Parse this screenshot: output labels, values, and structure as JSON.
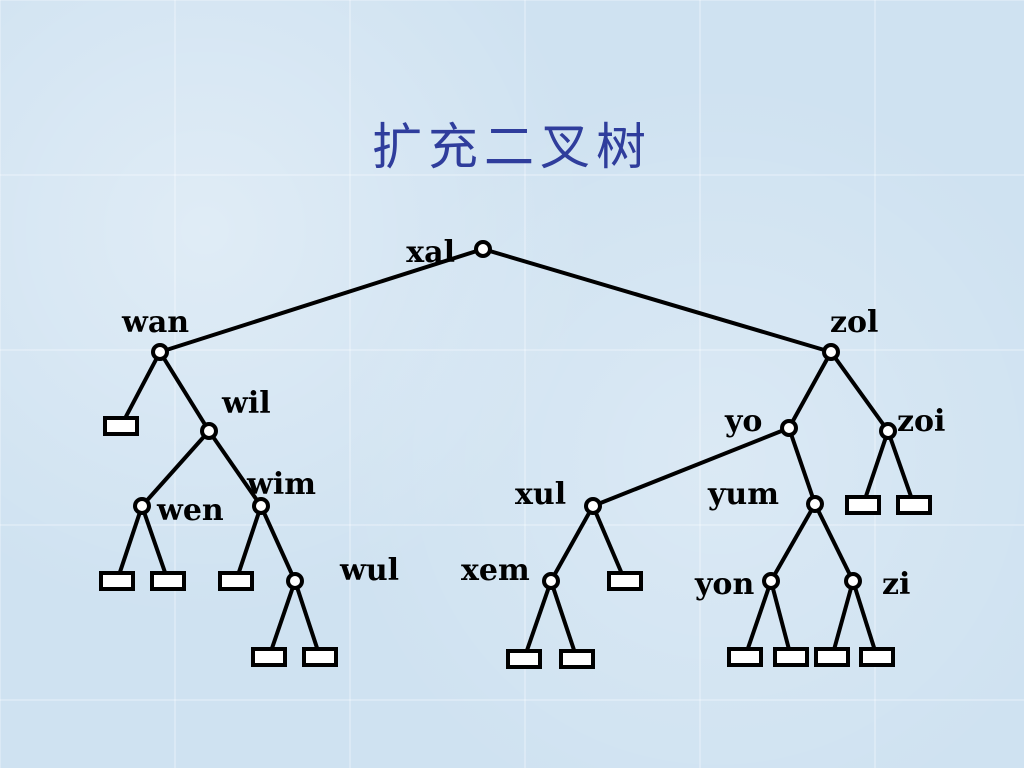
{
  "title": "扩充二叉树",
  "nodes": [
    {
      "id": "xal",
      "label": "xal"
    },
    {
      "id": "wan",
      "label": "wan"
    },
    {
      "id": "zol",
      "label": "zol"
    },
    {
      "id": "wil",
      "label": "wil"
    },
    {
      "id": "wen",
      "label": "wen"
    },
    {
      "id": "wim",
      "label": "wim"
    },
    {
      "id": "wul",
      "label": "wul"
    },
    {
      "id": "yo",
      "label": "yo"
    },
    {
      "id": "zoi",
      "label": "zoi"
    },
    {
      "id": "xul",
      "label": "xul"
    },
    {
      "id": "xem",
      "label": "xem"
    },
    {
      "id": "yum",
      "label": "yum"
    },
    {
      "id": "yon",
      "label": "yon"
    },
    {
      "id": "zi",
      "label": "zi"
    }
  ],
  "edges": [
    [
      "xal",
      "wan"
    ],
    [
      "xal",
      "zol"
    ],
    [
      "wan",
      "leaf1"
    ],
    [
      "wan",
      "wil"
    ],
    [
      "wil",
      "wen"
    ],
    [
      "wil",
      "wim"
    ],
    [
      "wen",
      "leaf2"
    ],
    [
      "wen",
      "leaf3"
    ],
    [
      "wim",
      "leaf4"
    ],
    [
      "wim",
      "wul"
    ],
    [
      "wul",
      "leaf5"
    ],
    [
      "wul",
      "leaf6"
    ],
    [
      "zol",
      "yo"
    ],
    [
      "zol",
      "zoi"
    ],
    [
      "yo",
      "xul"
    ],
    [
      "yo",
      "yum"
    ],
    [
      "xul",
      "xem"
    ],
    [
      "xul",
      "leaf7"
    ],
    [
      "xem",
      "leaf8"
    ],
    [
      "xem",
      "leaf9"
    ],
    [
      "yum",
      "yon"
    ],
    [
      "yum",
      "zi"
    ],
    [
      "yon",
      "leaf10"
    ],
    [
      "yon",
      "leaf11"
    ],
    [
      "zi",
      "leaf12"
    ],
    [
      "zi",
      "leaf13"
    ],
    [
      "zoi",
      "leaf14"
    ],
    [
      "zoi",
      "leaf15"
    ]
  ],
  "external_nodes": [
    "leaf1",
    "leaf2",
    "leaf3",
    "leaf4",
    "leaf5",
    "leaf6",
    "leaf7",
    "leaf8",
    "leaf9",
    "leaf10",
    "leaf11",
    "leaf12",
    "leaf13",
    "leaf14",
    "leaf15"
  ]
}
